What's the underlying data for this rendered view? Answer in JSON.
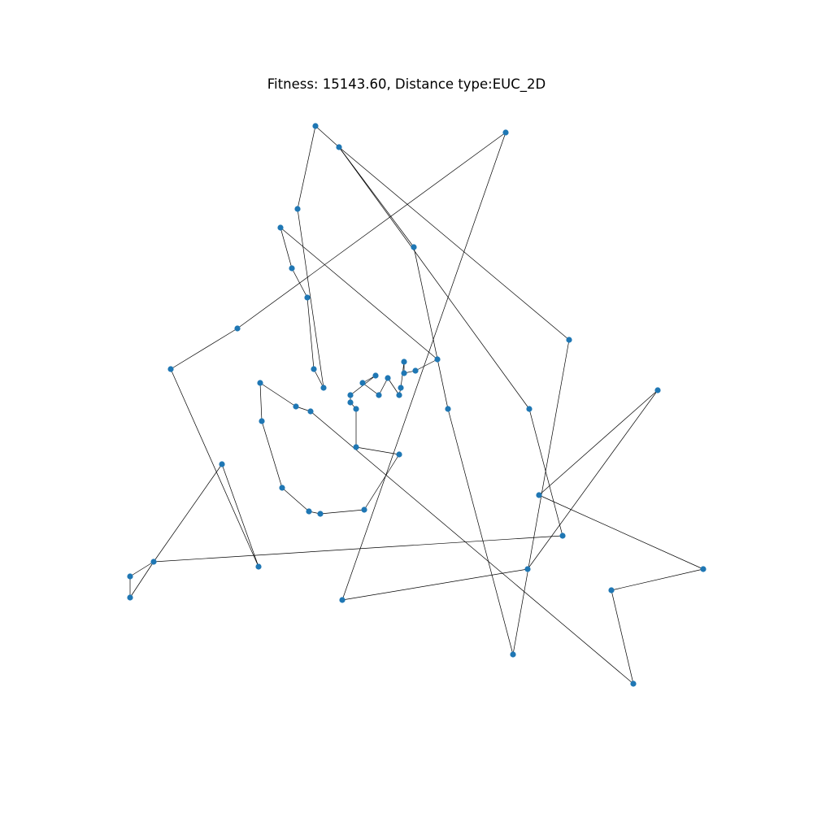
{
  "chart_data": {
    "type": "scatter",
    "title": "Fitness: 15143.60, Distance type:EUC_2D",
    "xlabel": "",
    "ylabel": "",
    "axes_visible": false,
    "grid": false,
    "connected_path": true,
    "point_color": "#1f77b4",
    "line_color": "#000000",
    "tour": [
      [
        388,
        155
      ],
      [
        366,
        257
      ],
      [
        398,
        477
      ],
      [
        386,
        454
      ],
      [
        378,
        366
      ],
      [
        359,
        330
      ],
      [
        345,
        280
      ],
      [
        538,
        442
      ],
      [
        511,
        456
      ],
      [
        497,
        459
      ],
      [
        497,
        445
      ],
      [
        493,
        477
      ],
      [
        491,
        486
      ],
      [
        477,
        465
      ],
      [
        466,
        486
      ],
      [
        446,
        471
      ],
      [
        462,
        462
      ],
      [
        431,
        486
      ],
      [
        431,
        495
      ],
      [
        438,
        503
      ],
      [
        438,
        550
      ],
      [
        491,
        559
      ],
      [
        448,
        627
      ],
      [
        394,
        632
      ],
      [
        380,
        629
      ],
      [
        347,
        600
      ],
      [
        322,
        518
      ],
      [
        320,
        471
      ],
      [
        364,
        500
      ],
      [
        382,
        506
      ],
      [
        779,
        841
      ],
      [
        752,
        726
      ],
      [
        865,
        700
      ],
      [
        663,
        609
      ],
      [
        809,
        480
      ],
      [
        649,
        700
      ],
      [
        421,
        738
      ],
      [
        622,
        163
      ],
      [
        292,
        404
      ],
      [
        210,
        454
      ],
      [
        318,
        697
      ],
      [
        273,
        571
      ],
      [
        189,
        691
      ],
      [
        160,
        709
      ],
      [
        160,
        735
      ],
      [
        189,
        691
      ],
      [
        692,
        659
      ],
      [
        651,
        503
      ],
      [
        417,
        181
      ],
      [
        509,
        304
      ],
      [
        551,
        503
      ],
      [
        631,
        805
      ],
      [
        700,
        418
      ],
      [
        417,
        181
      ],
      [
        388,
        155
      ]
    ]
  }
}
